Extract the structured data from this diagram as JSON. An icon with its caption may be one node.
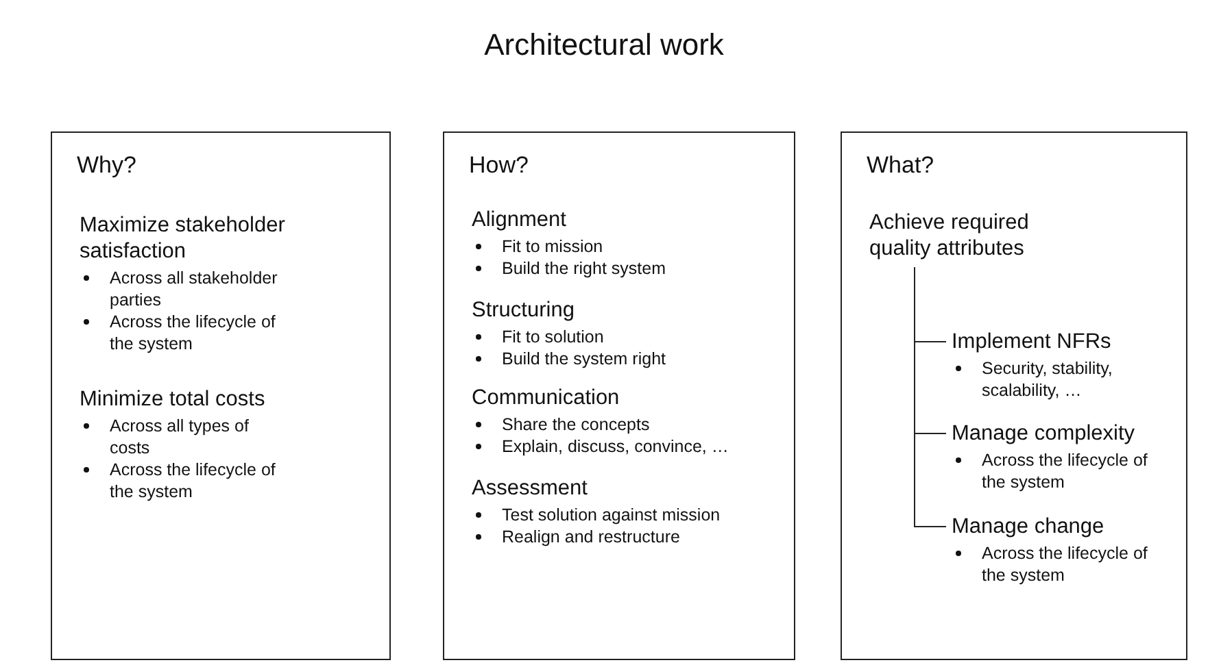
{
  "diagram": {
    "title": "Architectural work",
    "nodes": [
      {
        "text": [
          "Why?"
        ]
      },
      {
        "text": [
          "Maximize stakeholder satisfaction",
          "Across all stakeholder parties",
          "Across the lifecycle of the system"
        ],
        "in": 0
      },
      {
        "text": [
          "Minimize total costs",
          "Across all types of costs",
          "Across the lifecycle of the system"
        ],
        "in": 0
      },
      {
        "text": [
          "How?"
        ]
      },
      {
        "text": [
          "Alignment",
          "Fit to mission",
          "Build the right system"
        ],
        "in": 3
      },
      {
        "text": [
          "Structuring",
          "Fit to solution",
          "Build the system right"
        ],
        "in": 3
      },
      {
        "text": [
          "Communication",
          "Share the concepts",
          "Explain, discuss, convince, …"
        ],
        "in": 3
      },
      {
        "text": [
          "Assessment",
          "Test solution against mission",
          "Realign and restructure"
        ],
        "in": 3
      },
      {
        "text": [
          "What?"
        ]
      },
      {
        "text": [
          "Achieve required quality attributes"
        ],
        "in": 8
      },
      {
        "text": [
          "Implement NFRs",
          "Security, stability, scalability, …"
        ],
        "in": 8
      },
      {
        "text": [
          "Manage complexity",
          "Across the lifecycle of the system"
        ],
        "in": 8
      },
      {
        "text": [
          "Manage change",
          "Across the lifecycle of the system"
        ],
        "in": 8
      }
    ],
    "edges": [
      {
        "from": 9,
        "to": 10,
        "arrow": "none"
      },
      {
        "from": 9,
        "to": 11,
        "arrow": "none"
      },
      {
        "from": 9,
        "to": 12,
        "arrow": "none"
      }
    ]
  }
}
